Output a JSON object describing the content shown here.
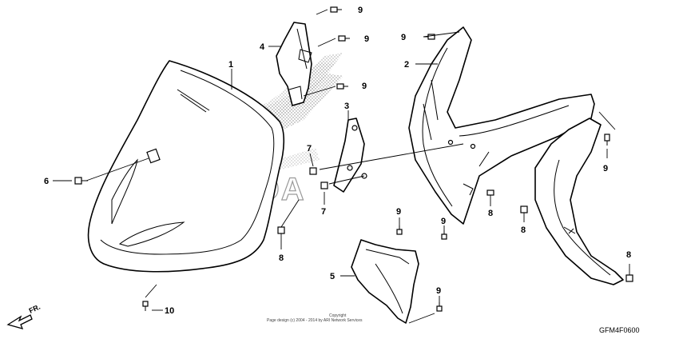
{
  "diagram": {
    "watermark_text": "HONDA",
    "copyright_line1": "Copyright",
    "copyright_line2": "Page design (c) 2004 - 2014 by ARI Network Services",
    "code": "GFM4F0600",
    "direction": "FR.",
    "callouts": {
      "c1": "1",
      "c2": "2",
      "c3": "3",
      "c4": "4",
      "c5": "5",
      "c6": "6",
      "c7a": "7",
      "c7b": "7",
      "c8a": "8",
      "c8b": "8",
      "c8c": "8",
      "c8d": "8",
      "c9a": "9",
      "c9b": "9",
      "c9c": "9",
      "c9d": "9",
      "c9e": "9",
      "c9f": "9",
      "c9g": "9",
      "c9h": "9",
      "c10": "10"
    }
  }
}
